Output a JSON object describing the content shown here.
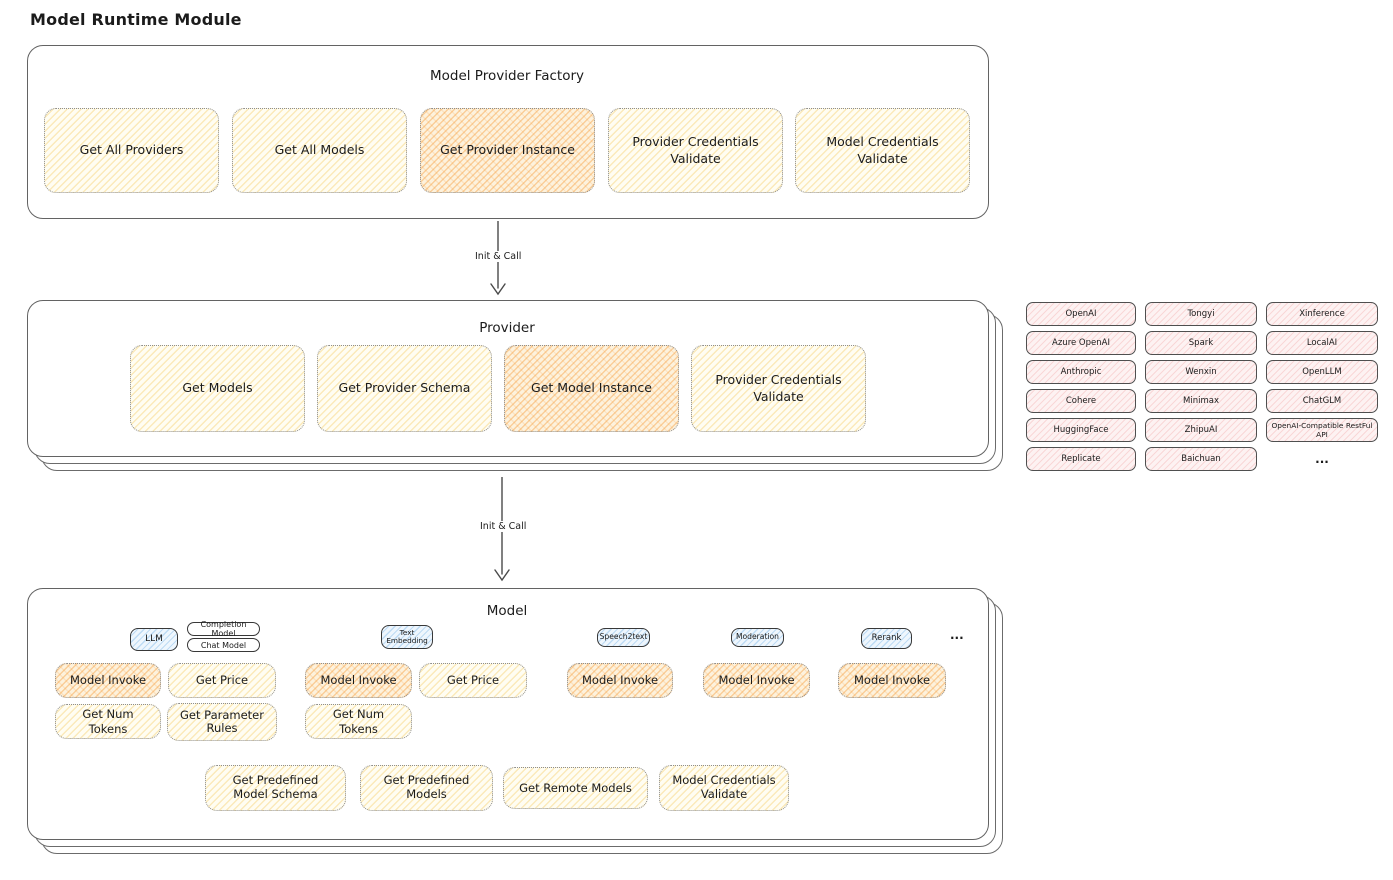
{
  "title": "Model Runtime Module",
  "colors": {
    "box_yellow_fill": "#fffdf2",
    "hatch_yellow": "#f4c95d",
    "hatch_orange": "#f69d3c",
    "hatch_pink": "#f09999",
    "hatch_blue": "#6eafe6",
    "ink": "#1b1b1b",
    "border_gray": "#636363"
  },
  "factory": {
    "title": "Model Provider Factory",
    "boxes": [
      {
        "label": "Get All Providers"
      },
      {
        "label": "Get All Models"
      },
      {
        "label": "Get Provider Instance"
      },
      {
        "label": "Provider Credentials Validate"
      },
      {
        "label": "Model Credentials Validate"
      }
    ]
  },
  "arrow1": {
    "label": "Init & Call"
  },
  "arrow2": {
    "label": "Init & Call"
  },
  "provider": {
    "title": "Provider",
    "boxes": [
      {
        "label": "Get Models"
      },
      {
        "label": "Get Provider Schema"
      },
      {
        "label": "Get Model Instance"
      },
      {
        "label": "Provider Credentials Validate"
      }
    ]
  },
  "providers_panel": {
    "cells": [
      "OpenAI",
      "Tongyi",
      "Xinference",
      "Azure OpenAI",
      "Spark",
      "LocalAI",
      "Anthropic",
      "Wenxin",
      "OpenLLM",
      "Cohere",
      "Minimax",
      "ChatGLM",
      "HuggingFace",
      "ZhipuAI",
      "OpenAI-Compatible RestFul API",
      "Replicate",
      "Baichuan",
      "..."
    ]
  },
  "model": {
    "title": "Model",
    "tags": {
      "llm": "LLM",
      "completion_model": "Completion Model",
      "chat_model": "Chat Model",
      "text_embedding": "Text Embedding",
      "speech2text": "Speech2text",
      "moderation": "Moderation",
      "rerank": "Rerank",
      "more": "..."
    },
    "llm_group": {
      "model_invoke": "Model Invoke",
      "get_price": "Get Price",
      "get_num_tokens": "Get Num Tokens",
      "get_parameter_rules": "Get Parameter Rules"
    },
    "text_embedding_group": {
      "model_invoke": "Model Invoke",
      "get_price": "Get Price",
      "get_num_tokens": "Get Num Tokens"
    },
    "speech2text_group": {
      "model_invoke": "Model Invoke"
    },
    "moderation_group": {
      "model_invoke": "Model Invoke"
    },
    "rerank_group": {
      "model_invoke": "Model Invoke"
    },
    "common_group": {
      "get_predefined_model_schema": "Get Predefined Model Schema",
      "get_predefined_models": "Get Predefined Models",
      "get_remote_models": "Get Remote Models",
      "model_credentials_validate": "Model Credentials Validate"
    }
  }
}
